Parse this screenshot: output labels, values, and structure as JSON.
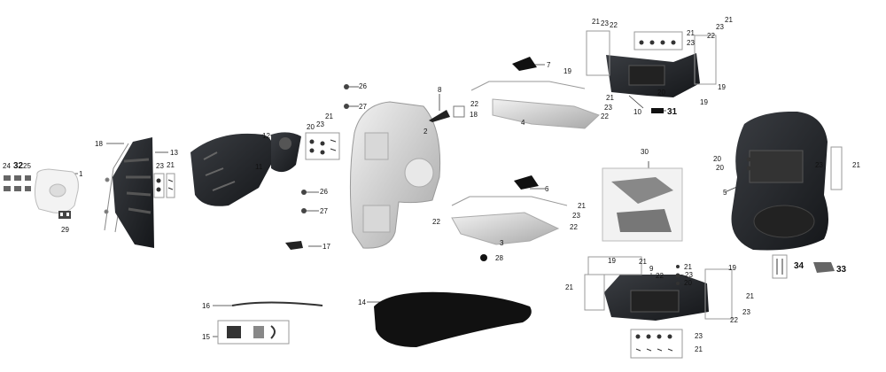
{
  "diagram": {
    "labels": {
      "l1": "1",
      "l2": "2",
      "l3": "3",
      "l4": "4",
      "l5": "5",
      "l6": "6",
      "l7": "7",
      "l8": "8",
      "l9": "9",
      "l10": "10",
      "l11": "11",
      "l12": "12",
      "l13": "13",
      "l14": "14",
      "l15": "15",
      "l16": "16",
      "l17": "17",
      "l18": "18",
      "l19": "19",
      "l20": "20",
      "l21": "21",
      "l22": "22",
      "l23": "23",
      "l24": "24",
      "l25": "25",
      "l26": "26",
      "l27": "27",
      "l28": "28",
      "l29": "29",
      "l30": "30",
      "l31": "31",
      "l32": "32",
      "l33": "33",
      "l34": "34"
    }
  }
}
